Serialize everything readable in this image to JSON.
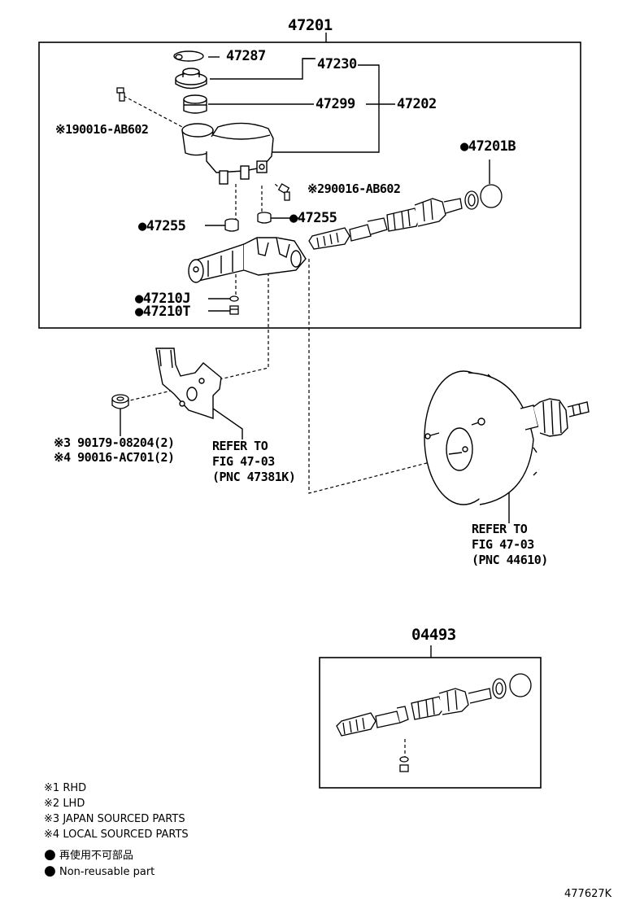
{
  "diagram": {
    "assembly_label": "47201",
    "kit_label": "04493",
    "figure_id": "477627K",
    "parts": [
      {
        "id": "p47287",
        "text": "47287"
      },
      {
        "id": "p47230",
        "text": "47230"
      },
      {
        "id": "p47299",
        "text": "47299"
      },
      {
        "id": "p47202",
        "text": "47202"
      },
      {
        "id": "p90016ab602_rhd",
        "text": "※190016-AB602"
      },
      {
        "id": "p47201b",
        "text": "●47201B"
      },
      {
        "id": "p90016ab602_lhd",
        "text": "※290016-AB602"
      },
      {
        "id": "p47255_left",
        "text": "●47255"
      },
      {
        "id": "p47255_right",
        "text": "●47255"
      },
      {
        "id": "p47210j",
        "text": "●47210J"
      },
      {
        "id": "p47210t",
        "text": "●47210T"
      },
      {
        "id": "p90179",
        "text": "※3 90179-08204(2)"
      },
      {
        "id": "p90016ac701",
        "text": "※4 90016-AC701(2)"
      }
    ],
    "refer_bracket": [
      "REFER TO",
      "FIG 47-03",
      "(PNC 47381K)"
    ],
    "refer_booster": [
      "REFER TO",
      "FIG 47-03",
      "(PNC 44610)"
    ]
  },
  "legend": {
    "items": [
      {
        "mark": "※1",
        "text": "RHD"
      },
      {
        "mark": "※2",
        "text": "LHD"
      },
      {
        "mark": "※3",
        "text": "JAPAN SOURCED PARTS"
      },
      {
        "mark": "※4",
        "text": "LOCAL SOURCED PARTS"
      },
      {
        "mark": "●",
        "text": "再使用不可部品"
      },
      {
        "mark": "●",
        "text": "Non-reusable part"
      }
    ]
  }
}
